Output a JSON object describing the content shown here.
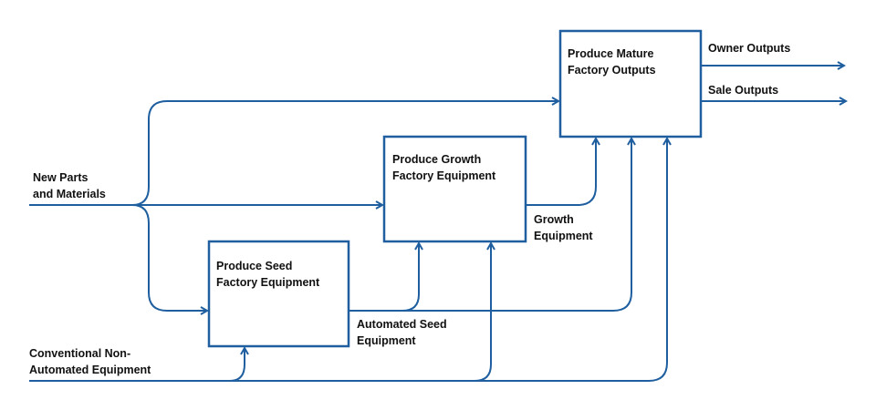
{
  "colors": {
    "line": "#1f5f9f",
    "text": "#111111",
    "background": "#ffffff"
  },
  "boxes": {
    "seed": {
      "line1": "Produce Seed",
      "line2": "Factory Equipment"
    },
    "growth": {
      "line1": "Produce Growth",
      "line2": "Factory Equipment"
    },
    "mature": {
      "line1": "Produce Mature",
      "line2": "Factory Outputs"
    }
  },
  "labels": {
    "new_parts": {
      "line1": "New Parts",
      "line2": "and Materials"
    },
    "conventional": {
      "line1": "Conventional Non-",
      "line2": "Automated Equipment"
    },
    "automated_seed": {
      "line1": "Automated Seed",
      "line2": "Equipment"
    },
    "growth_equipment": {
      "line1": "Growth",
      "line2": "Equipment"
    },
    "owner_outputs": "Owner Outputs",
    "sale_outputs": "Sale Outputs"
  }
}
